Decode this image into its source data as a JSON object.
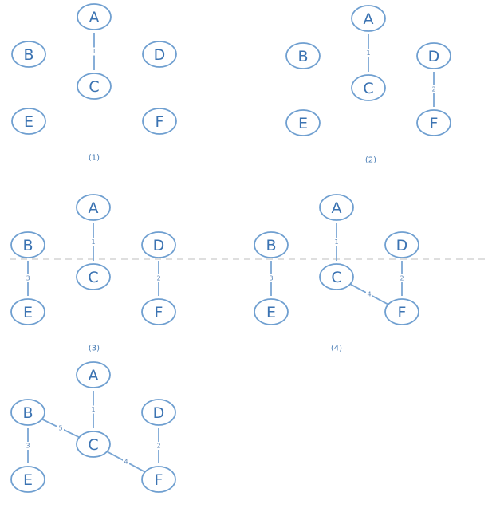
{
  "colors": {
    "node_stroke": "#6f9fd0",
    "node_text": "#3b73b2",
    "edge": "#7aa6d4",
    "caption": "#4c7fb6",
    "divider": "#bdbdbd"
  },
  "panels": [
    {
      "id": "p1",
      "caption": "(1)",
      "nodes": [
        "A",
        "B",
        "C",
        "D",
        "E",
        "F"
      ],
      "edges": [
        {
          "from": "A",
          "to": "C",
          "weight": "1"
        }
      ]
    },
    {
      "id": "p2",
      "caption": "(2)",
      "nodes": [
        "A",
        "B",
        "C",
        "D",
        "E",
        "F"
      ],
      "edges": [
        {
          "from": "A",
          "to": "C",
          "weight": "1"
        },
        {
          "from": "D",
          "to": "F",
          "weight": "2"
        }
      ]
    },
    {
      "id": "p3",
      "caption": "(3)",
      "nodes": [
        "A",
        "B",
        "C",
        "D",
        "E",
        "F"
      ],
      "edges": [
        {
          "from": "A",
          "to": "C",
          "weight": "1"
        },
        {
          "from": "B",
          "to": "E",
          "weight": "3"
        },
        {
          "from": "D",
          "to": "F",
          "weight": "2"
        }
      ]
    },
    {
      "id": "p4",
      "caption": "(4)",
      "nodes": [
        "A",
        "B",
        "C",
        "D",
        "E",
        "F"
      ],
      "edges": [
        {
          "from": "A",
          "to": "C",
          "weight": "1"
        },
        {
          "from": "B",
          "to": "E",
          "weight": "3"
        },
        {
          "from": "D",
          "to": "F",
          "weight": "2"
        },
        {
          "from": "C",
          "to": "F",
          "weight": "4"
        }
      ]
    },
    {
      "id": "p5",
      "caption": "",
      "nodes": [
        "A",
        "B",
        "C",
        "D",
        "E",
        "F"
      ],
      "edges": [
        {
          "from": "A",
          "to": "C",
          "weight": "1"
        },
        {
          "from": "B",
          "to": "E",
          "weight": "3"
        },
        {
          "from": "D",
          "to": "F",
          "weight": "2"
        },
        {
          "from": "C",
          "to": "F",
          "weight": "4"
        },
        {
          "from": "B",
          "to": "C",
          "weight": "5"
        }
      ]
    }
  ]
}
